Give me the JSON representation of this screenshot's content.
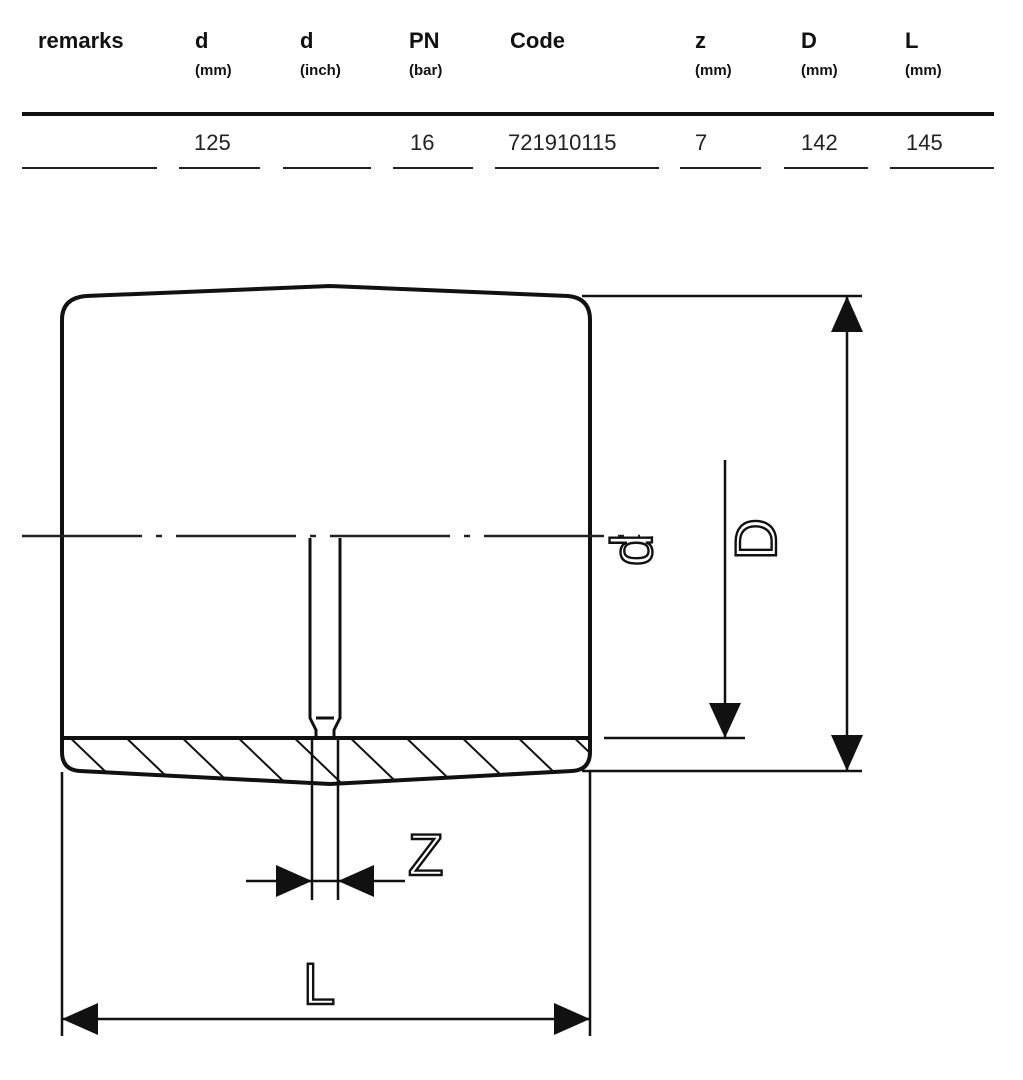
{
  "table": {
    "columns": [
      {
        "name": "remarks",
        "unit": ""
      },
      {
        "name": "d",
        "unit": "(mm)"
      },
      {
        "name": "d",
        "unit": "(inch)"
      },
      {
        "name": "PN",
        "unit": "(bar)"
      },
      {
        "name": "Code",
        "unit": ""
      },
      {
        "name": "z",
        "unit": "(mm)"
      },
      {
        "name": "D",
        "unit": "(mm)"
      },
      {
        "name": "L",
        "unit": "(mm)"
      }
    ],
    "row": [
      "",
      "125",
      "",
      "16",
      "721910115",
      "7",
      "142",
      "145"
    ]
  },
  "drawing": {
    "labels": {
      "D": "D",
      "d": "d",
      "z": "Z",
      "L": "L"
    }
  }
}
